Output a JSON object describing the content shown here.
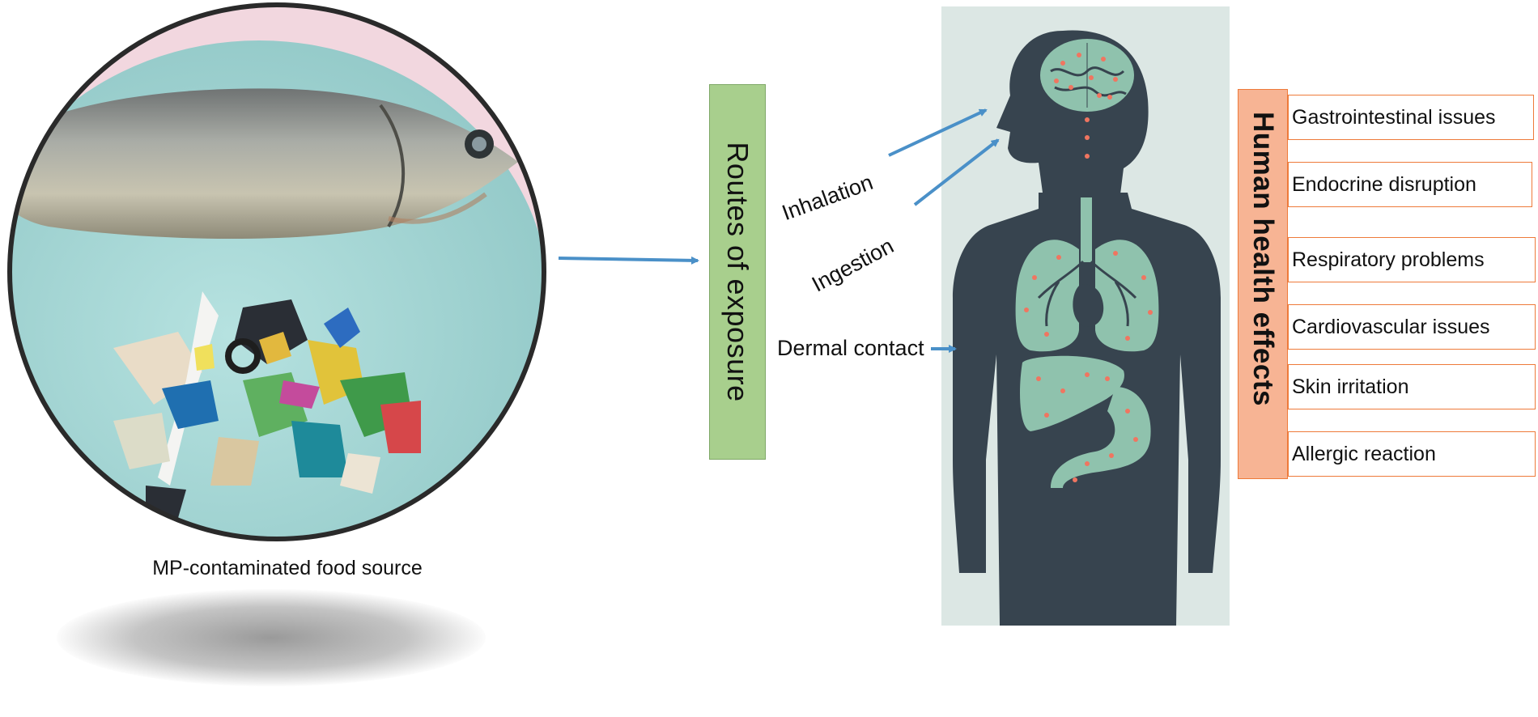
{
  "food": {
    "caption": "MP-contaminated food source"
  },
  "routes": {
    "title": "Routes of exposure",
    "items": [
      {
        "label": "Inhalation"
      },
      {
        "label": "Ingestion"
      },
      {
        "label": "Dermal contact"
      }
    ]
  },
  "health_effects": {
    "title": "Human health effects",
    "items": [
      {
        "label": "Gastrointestinal issues"
      },
      {
        "label": "Endocrine disruption"
      },
      {
        "label": "Respiratory problems"
      },
      {
        "label": "Cardiovascular issues"
      },
      {
        "label": "Skin irritation"
      },
      {
        "label": "Allergic reaction"
      }
    ]
  },
  "colors": {
    "arrow": "#4a90c8",
    "routes_box": "#a8cf8d",
    "effects_box": "#f7b494",
    "effects_border": "#ee7a3a",
    "silhouette": "#37444f",
    "organ": "#8fc2ad",
    "particle": "#f07560",
    "panel": "#dce7e4",
    "plate": "#a9d9d8"
  }
}
